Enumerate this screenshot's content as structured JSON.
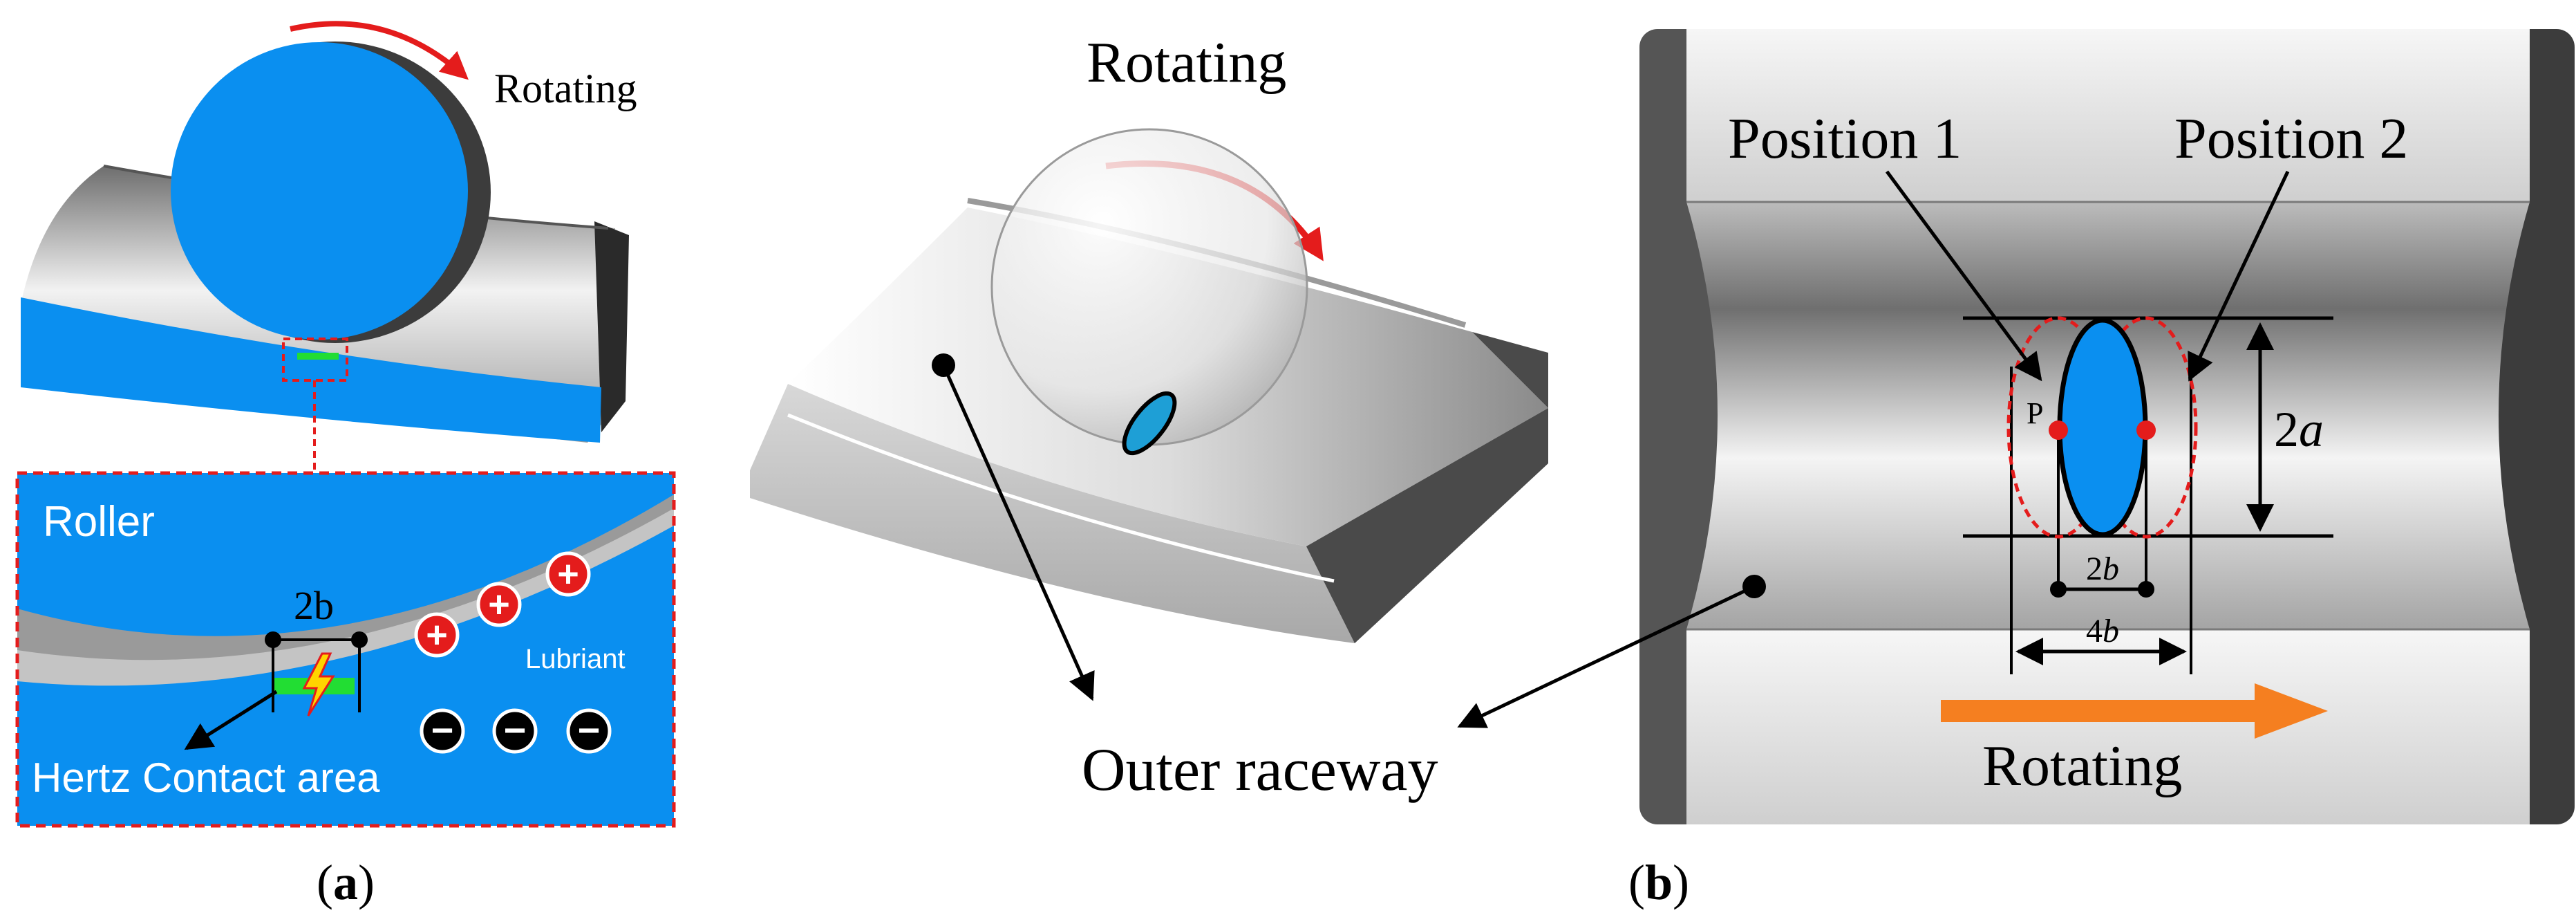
{
  "panel_a": {
    "rotating_label": "Rotating",
    "roller_label": "Roller",
    "width_label": "2b",
    "lubricant_label": "Lubriant",
    "contact_label": "Hertz Contact area",
    "caption_open": "(",
    "caption_letter": "a",
    "caption_close": ")",
    "plus_sign": "+",
    "minus_sign": "−"
  },
  "middle": {
    "rotating_label": "Rotating",
    "outer_raceway_label": "Outer raceway"
  },
  "panel_b": {
    "position1_label": "Position 1",
    "position2_label": "Position 2",
    "point_label": "P",
    "major_axis_num": "2",
    "major_axis_var": "a",
    "minor_num": "2",
    "minor_var": "b",
    "outer_num": "4",
    "outer_var": "b",
    "rotating_label": "Rotating",
    "caption_open": "(",
    "caption_letter": "b",
    "caption_close": ")"
  },
  "colors": {
    "blue": "#0a8ff0",
    "red": "#e41c1c",
    "orange": "#f57f20",
    "green": "#22dd33"
  }
}
